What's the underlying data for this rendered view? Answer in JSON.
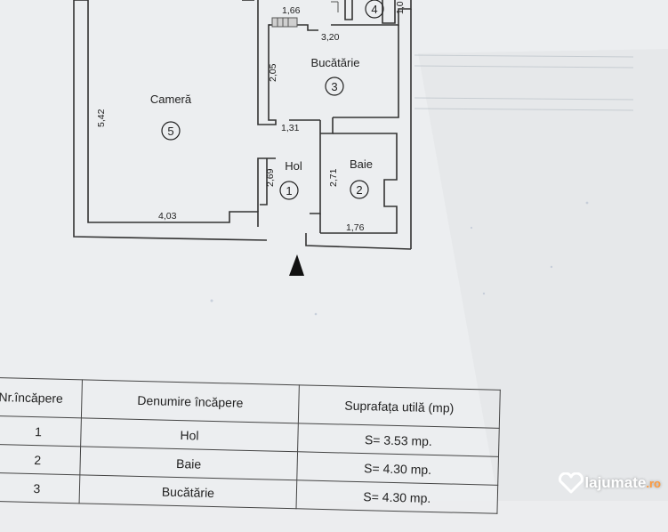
{
  "plan": {
    "rooms": [
      {
        "name": "Hol",
        "number": "1"
      },
      {
        "name": "Baie",
        "number": "2"
      },
      {
        "name": "Bucătărie",
        "number": "3"
      },
      {
        "name": "",
        "number": "4"
      },
      {
        "name": "Cameră",
        "number": "5"
      }
    ],
    "dimensions": [
      "1,66",
      "3,20",
      "2,05",
      "5,42",
      "1,31",
      "2,69",
      "2,71",
      "4,03",
      "1,76",
      "1,0"
    ]
  },
  "table": {
    "headers": [
      "Nr.încăpere",
      "Denumire încăpere",
      "Suprafața utilă (mp)"
    ],
    "rows": [
      {
        "nr": "1",
        "name": "Hol",
        "area": "S= 3.53 mp."
      },
      {
        "nr": "2",
        "name": "Baie",
        "area": "S= 4.30 mp."
      },
      {
        "nr": "3",
        "name": "Bucătărie",
        "area": "S= 4.30 mp."
      }
    ]
  },
  "watermark": {
    "brand": "lajumate",
    "tld": ".ro",
    "logo": "heart-logo-icon"
  }
}
